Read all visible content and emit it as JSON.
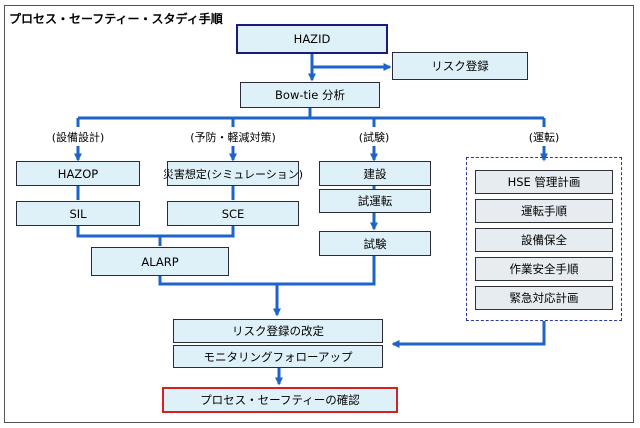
{
  "title": "プロセス・セーフティー・スタディ手順",
  "colors": {
    "box_fill": "#dff1f8",
    "arrow": "#1e63c8",
    "red_border": "#d42020",
    "navy_border": "#1a1a80"
  },
  "nodes": {
    "hazid": "HAZID",
    "risk_register": "リスク登録",
    "bowtie": "Bow-tie 分析",
    "hazop": "HAZOP",
    "sil": "SIL",
    "disaster_scenario": "災害想定(シミュレーション)",
    "sce": "SCE",
    "construction": "建設",
    "trial_operation": "試運転",
    "testing": "試験",
    "alarp": "ALARP",
    "hse_plan": "HSE 管理計画",
    "operating_procedures": "運転手順",
    "maintenance": "設備保全",
    "work_safety": "作業安全手順",
    "emergency_plan": "緊急対応計画",
    "risk_register_revision": "リスク登録の改定",
    "monitoring_followup": "モニタリングフォローアップ",
    "confirmation": "プロセス・セーフティーの確認"
  },
  "branch_labels": {
    "design": "(設備設計)",
    "prevention": "(予防・軽減対策)",
    "testing": "(試験)",
    "operation": "(運転)"
  }
}
